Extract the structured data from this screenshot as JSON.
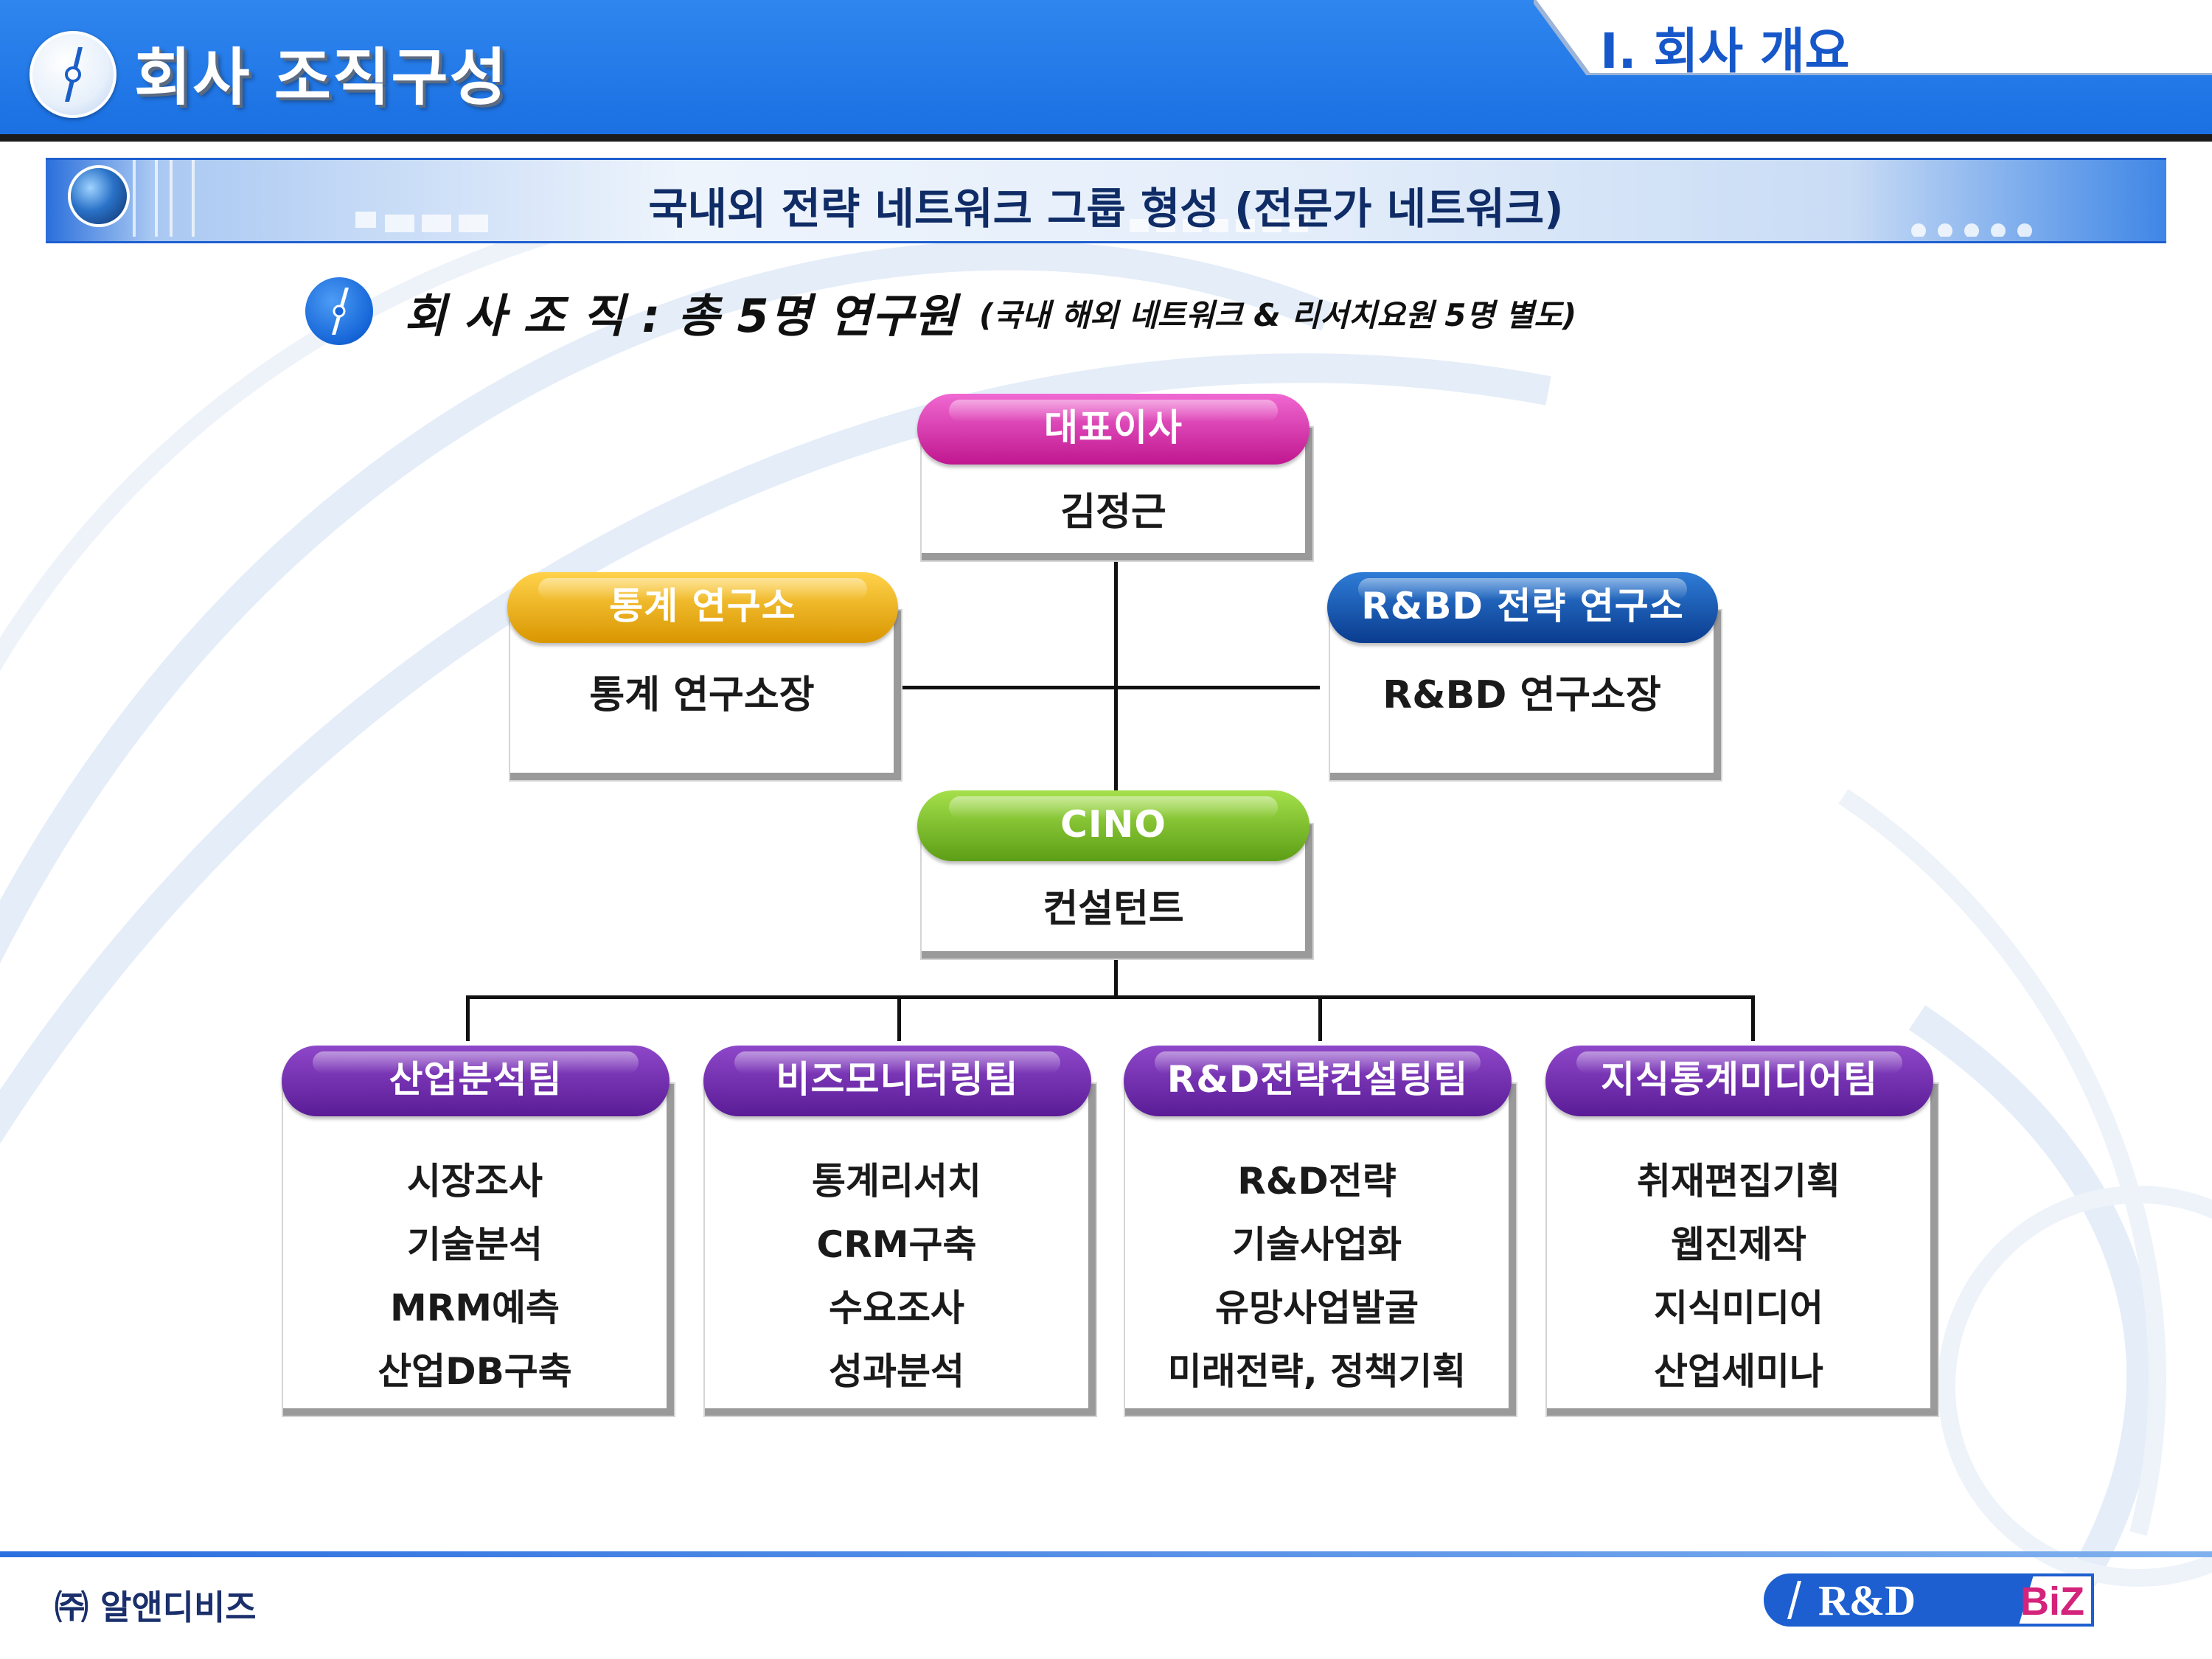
{
  "header": {
    "title": "회사 조직구성",
    "section": "Ⅰ. 회사 개요"
  },
  "banner": {
    "text": "국내외 전략 네트워크 그룹 형성 (전문가 네트워크)"
  },
  "info": {
    "main": "회 사 조 직  : 총 5명 연구원",
    "note": "(국내 해외  네트워크 & 리서치요원 5명 별도)"
  },
  "org": {
    "ceo": {
      "label": "대표이사",
      "name": "김정근"
    },
    "stat_lab": {
      "label": "통계 연구소",
      "head": "통계 연구소장"
    },
    "rbd_lab": {
      "label": "R&BD 전략 연구소",
      "head": "R&BD 연구소장"
    },
    "cino": {
      "label": "CINO",
      "role": "컨설턴트"
    },
    "teams": [
      {
        "label": "산업분석팀",
        "items": [
          "시장조사",
          "기술분석",
          "MRM예측",
          "산업DB구축"
        ]
      },
      {
        "label": "비즈모니터링팀",
        "items": [
          "통계리서치",
          "CRM구축",
          "수요조사",
          "성과분석"
        ]
      },
      {
        "label": "R&D전략컨설팅팀",
        "items": [
          "R&D전략",
          "기술사업화",
          "유망사업발굴",
          "미래전략, 정책기획"
        ]
      },
      {
        "label": "지식통계미디어팀",
        "items": [
          "취재편집기획",
          "웹진제작",
          "지식미디어",
          "산업세미나"
        ]
      }
    ]
  },
  "footer": {
    "company": "㈜ 알앤디비즈",
    "logo_rd": "R&D",
    "logo_biz": "BiZ"
  },
  "colors": {
    "header_blue": "#1a6fe2",
    "magenta": "#c0168f",
    "gold": "#d99600",
    "navy": "#0a3c8f",
    "green": "#5c9e16",
    "purple": "#5a1c96"
  }
}
